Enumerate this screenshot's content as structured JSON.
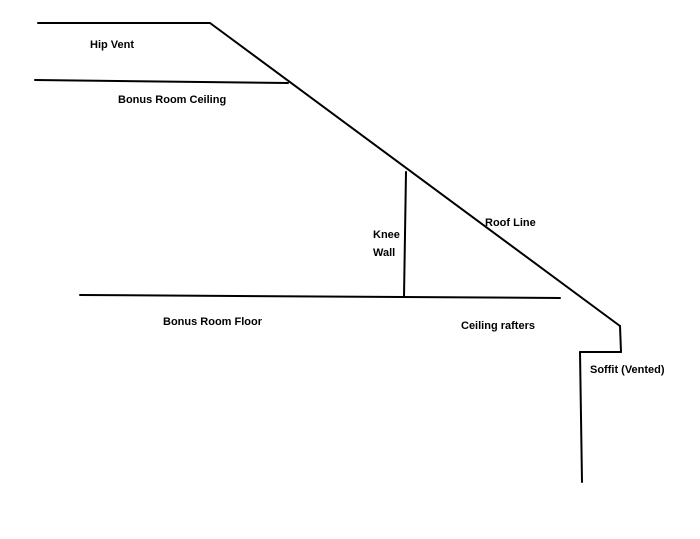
{
  "diagram": {
    "labels": {
      "hip_vent": "Hip Vent",
      "bonus_room_ceiling": "Bonus Room Ceiling",
      "knee_line1": "Knee",
      "knee_line2": "Wall",
      "roof_line": "Roof Line",
      "bonus_room_floor": "Bonus Room Floor",
      "ceiling_rafters": "Ceiling rafters",
      "soffit": "Soffit (Vented)"
    }
  }
}
